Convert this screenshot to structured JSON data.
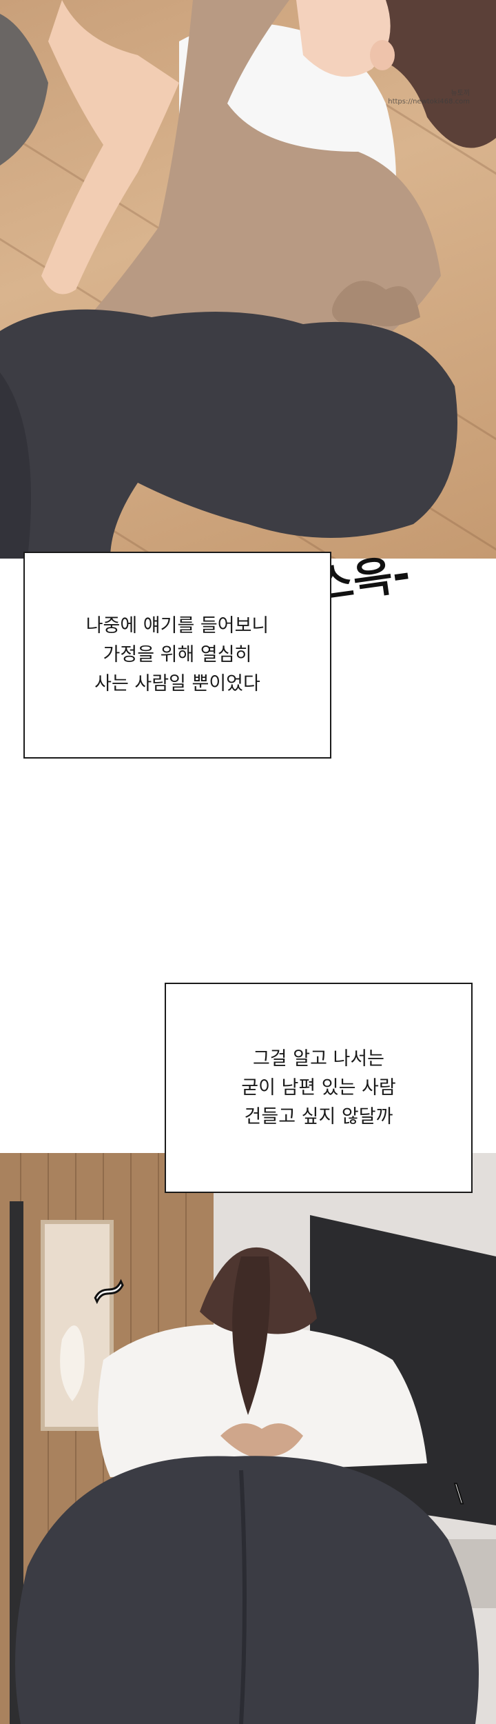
{
  "watermark": {
    "lines": [
      "뉴토끼",
      "https://newtoki468.com"
    ]
  },
  "sfx": {
    "top": "스윽-",
    "bottom_left": "~",
    "bottom_right": "\\"
  },
  "captions": [
    {
      "lines": [
        "나중에 얘기를 들어보니",
        "가정을 위해 열심히",
        "사는 사람일 뿐이었다"
      ]
    },
    {
      "lines": [
        "그걸 알고 나서는",
        "굳이 남편 있는 사람",
        "건들고 싶지 않달까"
      ]
    }
  ],
  "colors": {
    "caption_border": "#1a1a1a",
    "caption_text": "#1a1a1a",
    "background": "#ffffff"
  }
}
